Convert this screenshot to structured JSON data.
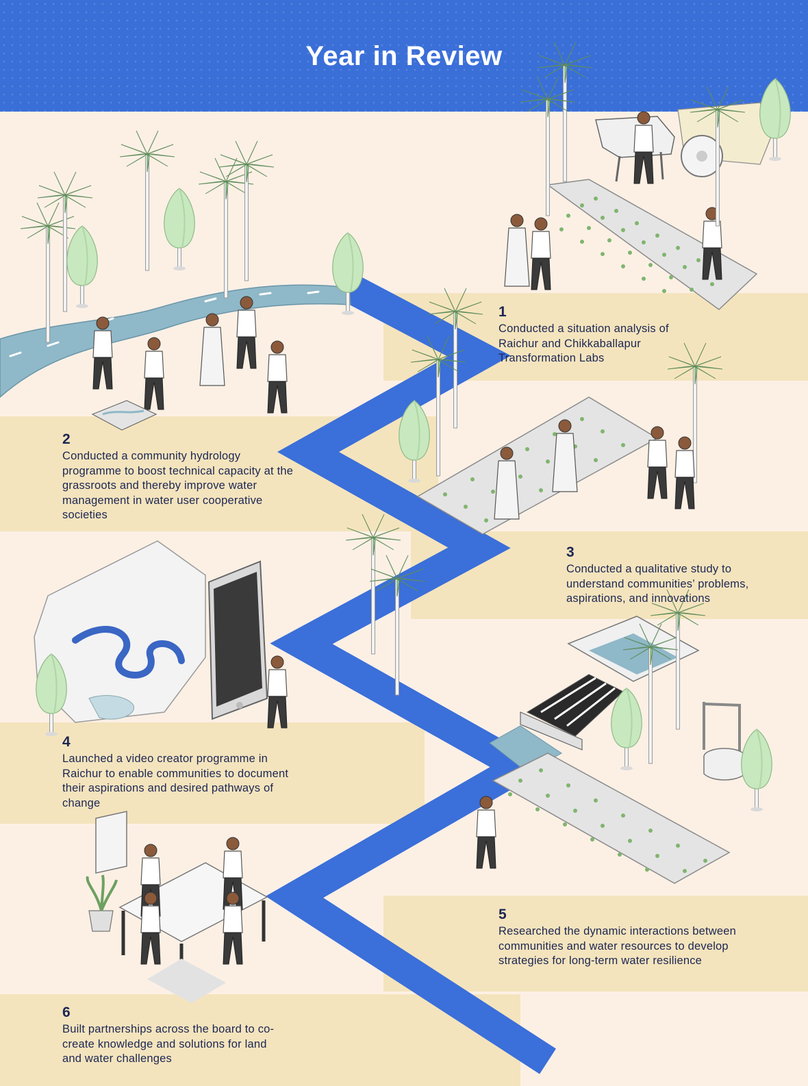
{
  "header": {
    "title": "Year in Review"
  },
  "colors": {
    "header_blue": "#3a6fd8",
    "path_blue": "#3b6fd9",
    "background": "#fcf0e5",
    "band": "#f4e4bd",
    "text_navy": "#1c2654"
  },
  "milestones": [
    {
      "number": "1",
      "text": "Conducted a situation analysis of Raichur and Chikkaballapur Transformation Labs"
    },
    {
      "number": "2",
      "text": "Conducted a community hydrology programme to boost technical capacity at the grassroots and thereby improve water management in water user cooperative societies"
    },
    {
      "number": "3",
      "text": "Conducted a qualitative study to understand communities’ problems, aspirations, and innovations"
    },
    {
      "number": "4",
      "text": "Launched a video creator programme in Raichur to enable communities to document their aspirations and desired pathways of change"
    },
    {
      "number": "5",
      "text": "Researched the dynamic interactions between communities and water resources to develop strategies for long-term water resilience"
    },
    {
      "number": "6",
      "text": "Built partnerships across the board to co-create knowledge and solutions for land and water challenges"
    }
  ],
  "illustrations": [
    "farm-field-icon",
    "bullock-cart-icon",
    "river-icon",
    "palm-tree-icon",
    "tree-icon",
    "person-icon",
    "terrain-map-icon",
    "smartphone-icon",
    "dam-icon",
    "water-well-icon",
    "meeting-table-icon",
    "potted-plant-icon"
  ]
}
